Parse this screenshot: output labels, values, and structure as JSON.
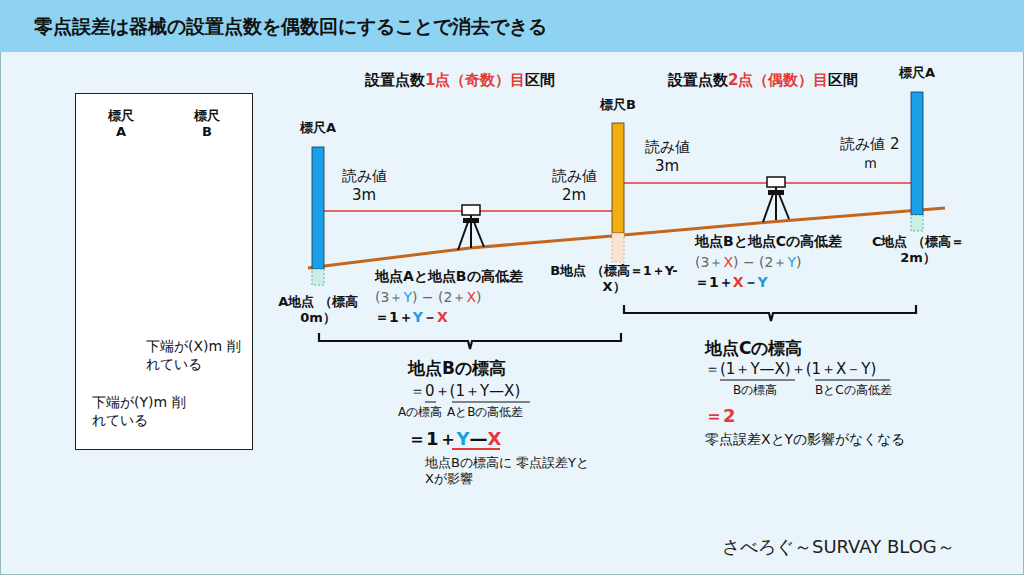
{
  "diagram": {
    "title": "零点誤差は器械の設置点数を偶数回にすることで消去できる",
    "nodes": [
      {
        "text": [
          "標尺 A",
          "標尺 B",
          "下端が(X)m 削れている",
          "下端が(Y)m 削れている"
        ]
      }
    ],
    "labels": [
      "設置点数1点（奇数）目区間",
      "設置点数2点（偶数）目区間",
      "標尺A",
      "標尺B",
      "標尺A",
      "読み値 3m",
      "読み値 2m",
      "読み値 3m",
      "読み値 2ｍ",
      "地点Aと地点Bの高低差",
      "(3＋Y) − (2＋X)",
      "＝1＋Y－X",
      "A地点 （標高0m）",
      "B地点 （標高＝1＋Y-X）",
      "地点Bと地点Cの高低差",
      "(3＋X) − (2＋Y)",
      "＝1＋X－Y",
      "C地点 （標高＝2m）",
      "地点Bの標高",
      "＝0＋(1＋Y—X)",
      "Aの標高",
      "AとBの高低差",
      "＝1＋Y—X",
      "地点Bの標高に 零点誤差YとXが影響",
      "地点Cの標高",
      "＝(1＋Y—X)＋(1＋X－Y)",
      "Bの標高",
      "BとCの高低差",
      "＝2",
      "零点誤差XとYの影響がなくなる",
      "さべろぐ～SURVAY BLOG～"
    ]
  }
}
